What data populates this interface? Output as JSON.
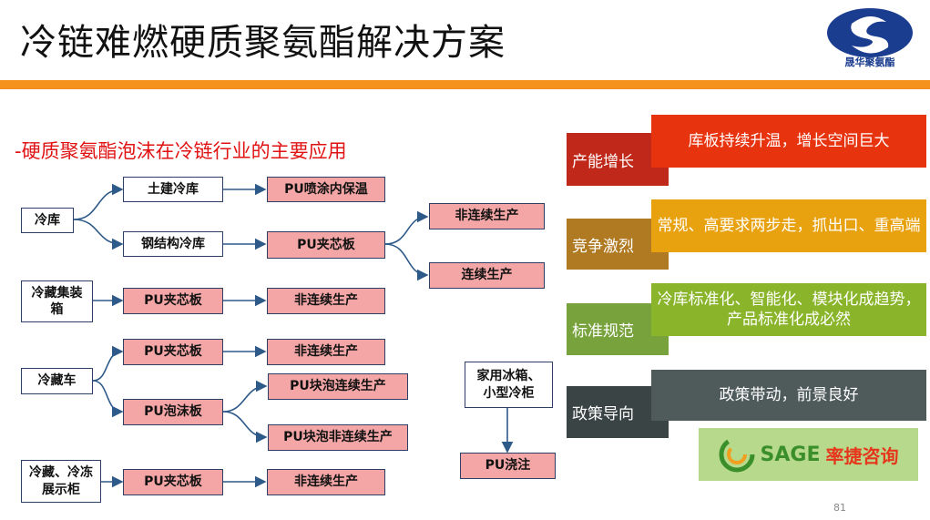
{
  "title": "冷链难燃硬质聚氨酯解决方案",
  "logo": {
    "text": "晟华聚氨酯",
    "color": "#1a3d8f"
  },
  "subtitle": "-硬质聚氨酯泡沫在冷链行业的主要应用",
  "diagram": {
    "nodes": {
      "lengku": "冷库",
      "tujian": "土建冷库",
      "gangjie": "钢结构冷库",
      "pu_pentu": "PU喷涂内保温",
      "pu_jiaxin_a": "PU夹芯板",
      "feilianxu_a": "非连续生产",
      "lianxu_a": "连续生产",
      "jizhuangxiang": "冷藏集装箱",
      "pu_jiaxin_b": "PU夹芯板",
      "feilianxu_b": "非连续生产",
      "lengcangche": "冷藏车",
      "pu_jiaxin_c": "PU夹芯板",
      "feilianxu_c": "非连续生产",
      "pu_paomo": "PU泡沫板",
      "kuaipao_lianxu": "PU块泡连续生产",
      "kuaipao_feilianxu": "PU块泡非连续生产",
      "zhanshigui": "冷藏、冷冻展示柜",
      "pu_jiaxin_d": "PU夹芯板",
      "feilianxu_d": "非连续生产",
      "jiayong": "家用冰箱、小型冷柜",
      "pu_jiaozhu": "PU浇注"
    }
  },
  "trends": [
    {
      "tag": "产能增长",
      "text": "库板持续升温，增长空间巨大",
      "color": "#e8330f",
      "tag_color": "#c0281a"
    },
    {
      "tag": "竞争激烈",
      "text": "常规、高要求两步走，抓出口、重高端",
      "color": "#e8a20f",
      "tag_color": "#b07a22"
    },
    {
      "tag": "标准规范",
      "text": "冷库标准化、智能化、模块化成趋势，产品标准化成必然",
      "color": "#8ab52a",
      "tag_color": "#77a23c"
    },
    {
      "tag": "政策导向",
      "text": "政策带动，前景良好",
      "color": "#4f5b5b",
      "tag_color": "#3a4444"
    }
  ],
  "brand": {
    "name_en": "SAGE",
    "name_cn": "率捷咨询"
  },
  "page_number": "81",
  "colors": {
    "accent_rule": "#f5921e",
    "subtitle": "#e01212",
    "pink_box": "#f4a6a6",
    "border": "#2e3f66"
  }
}
